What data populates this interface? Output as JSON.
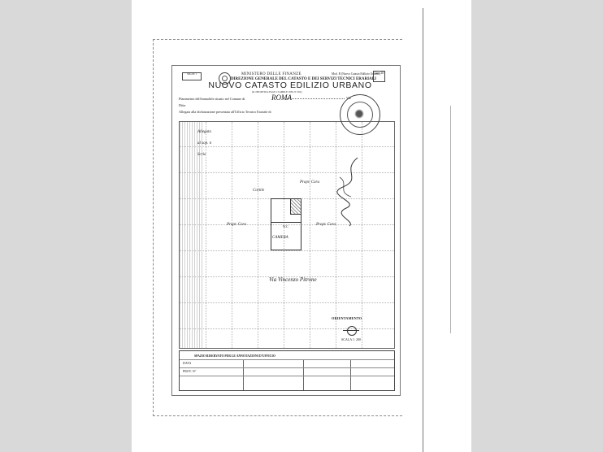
{
  "header": {
    "ministry": "MINISTERO DELLE FINANZE",
    "directorate": "DIREZIONE GENERALE DEL CATASTO E DEI SERVIZI TECNICI ERARIALI",
    "title": "NUOVO CATASTO EDILIZIO URBANO",
    "model_note": "Mod. B (Nuovo Catasto Edilizio Urbano)",
    "model_box": "Lire 20",
    "corner_stamp": "SEGUE 1",
    "sub_note": "(R. DECRETO-LEGGE 13 APRILE 1939, N. 652)"
  },
  "form": {
    "planimetry_line": "Planimetria dell'immobile situato nel Comune di",
    "comune_value": "ROMA",
    "number_label": "Via",
    "ditta_label": "Ditta",
    "attachment_line": "Allegata alla dichiarazione presentata all'Ufficio Tecnico Erariale di"
  },
  "plan": {
    "margin_notes": [
      "Allegato",
      "al sop. n",
      "Scrie"
    ],
    "labels": {
      "cortile": "Cortile",
      "proprieta_top": "Propr. Cora",
      "proprieta_left": "Propr. Cora",
      "proprieta_right": "Propr. Cora",
      "camera": "CAMERA",
      "wc": "W.C.",
      "street": "Via Vincenzo Pitrone"
    }
  },
  "orientation": {
    "label": "ORIENTAMENTO",
    "scale": "SCALA 1: 200"
  },
  "office": {
    "title": "SPAZIO RISERVATO PER LE ANNOTAZIONI D'UFFICIO",
    "data_label": "DATA",
    "prot_label": "PROT. N°"
  }
}
